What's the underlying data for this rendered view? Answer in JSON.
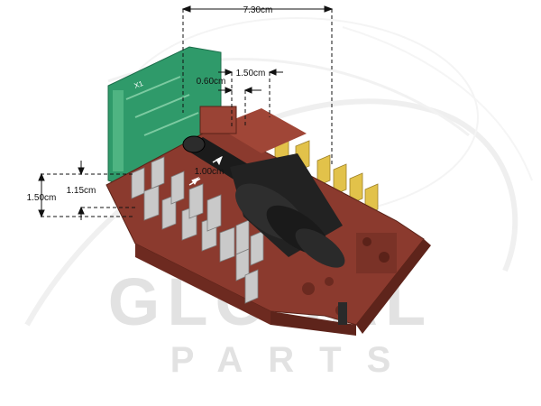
{
  "watermark": {
    "brand": "GLOBAL",
    "sub": "PARTS"
  },
  "dimensions": {
    "width_total": "7.30cm",
    "pitch_a": "1.50cm",
    "pitch_b": "0.60cm",
    "shaft": "1.00cm",
    "height_a": "1.15cm",
    "height_b": "1.50cm"
  },
  "pcb_label": "X1",
  "colors": {
    "housing": "#8b3a2e",
    "pcb": "#2f9a6a",
    "terminal_gold": "#e2c24a",
    "terminal_silver": "#c9c9c9",
    "shaft": "#1b1b1b"
  }
}
